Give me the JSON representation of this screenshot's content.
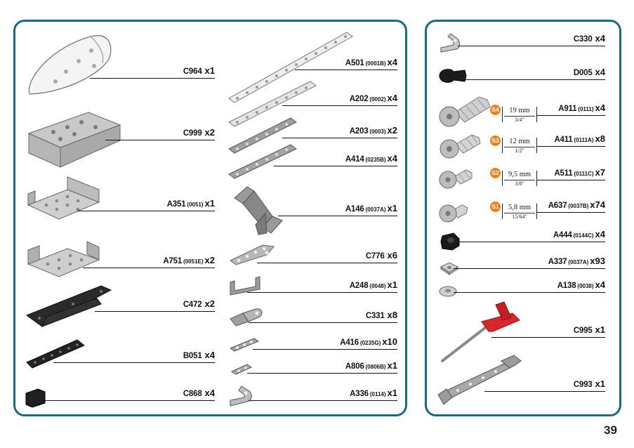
{
  "parts": {
    "c964": {
      "code": "C964",
      "old": "",
      "qty": "x1"
    },
    "c999": {
      "code": "C999",
      "old": "",
      "qty": "x2"
    },
    "a351": {
      "code": "A351",
      "old": "(0051)",
      "qty": "x1"
    },
    "a751": {
      "code": "A751",
      "old": "(0051E)",
      "qty": "x2"
    },
    "c472": {
      "code": "C472",
      "old": "",
      "qty": "x2"
    },
    "b051": {
      "code": "B051",
      "old": "",
      "qty": "x4"
    },
    "c868": {
      "code": "C868",
      "old": "",
      "qty": "x4"
    },
    "a501": {
      "code": "A501",
      "old": "(0001B)",
      "qty": "x4"
    },
    "a202": {
      "code": "A202",
      "old": "(0002)",
      "qty": "x4"
    },
    "a203": {
      "code": "A203",
      "old": "(0003)",
      "qty": "x2"
    },
    "a414": {
      "code": "A414",
      "old": "(0235B)",
      "qty": "x4"
    },
    "a146": {
      "code": "A146",
      "old": "(0037A)",
      "qty": "x1"
    },
    "c776": {
      "code": "C776",
      "old": "",
      "qty": "x6"
    },
    "a248": {
      "code": "A248",
      "old": "(0048)",
      "qty": "x1"
    },
    "c331": {
      "code": "C331",
      "old": "",
      "qty": "x8"
    },
    "a416": {
      "code": "A416",
      "old": "(0235G)",
      "qty": "x10"
    },
    "a806": {
      "code": "A806",
      "old": "(0806B)",
      "qty": "x1"
    },
    "a336": {
      "code": "A336",
      "old": "(0114)",
      "qty": "x1"
    },
    "c330": {
      "code": "C330",
      "old": "",
      "qty": "x4"
    },
    "d005": {
      "code": "D005",
      "old": "",
      "qty": "x4"
    },
    "a911": {
      "code": "A911",
      "old": "(0111)",
      "qty": "x4"
    },
    "a411": {
      "code": "A411",
      "old": "(0111A)",
      "qty": "x8"
    },
    "a511": {
      "code": "A511",
      "old": "(0111C)",
      "qty": "x7"
    },
    "a637": {
      "code": "A637",
      "old": "(0037B)",
      "qty": "x74"
    },
    "a444": {
      "code": "A444",
      "old": "(0144C)",
      "qty": "x4"
    },
    "a337": {
      "code": "A337",
      "old": "(0037A)",
      "qty": "x93"
    },
    "a138": {
      "code": "A138",
      "old": "(0038)",
      "qty": "x4"
    },
    "c995": {
      "code": "C995",
      "old": "",
      "qty": "x1"
    },
    "c993": {
      "code": "C993",
      "old": "",
      "qty": "x1"
    }
  },
  "screws": {
    "s4": {
      "badge": "S4",
      "mm": "19 mm",
      "inch": "3/4\""
    },
    "s3": {
      "badge": "S3",
      "mm": "12 mm",
      "inch": "1/2\""
    },
    "s2": {
      "badge": "S2",
      "mm": "9,5 mm",
      "inch": "3/8\""
    },
    "s1": {
      "badge": "S1",
      "mm": "5,8 mm",
      "inch": "15/64\""
    }
  },
  "colors": {
    "border": "#1a6b80",
    "badge": "#ef7f1a",
    "wrench_red": "#d9262a"
  },
  "page_number": "39"
}
